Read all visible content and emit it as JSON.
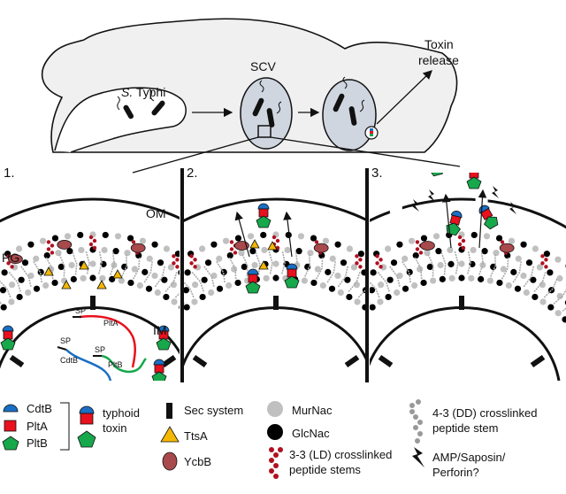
{
  "top_panel": {
    "bacterium_label_italic": "S.",
    "bacterium_label_rest": " Typhi",
    "scv_label": "SCV",
    "toxin_release_line1": "Toxin",
    "toxin_release_line2": "release"
  },
  "panels": [
    {
      "number": "1.",
      "om_label": "OM",
      "pg_label": "PG",
      "im_label": "IM",
      "genes": [
        {
          "sp": "SP",
          "name": "PltA"
        },
        {
          "sp": "SP",
          "name": "CdtB"
        },
        {
          "sp": "SP",
          "name": "PltB"
        }
      ]
    },
    {
      "number": "2."
    },
    {
      "number": "3."
    }
  ],
  "legend": {
    "cdtb": "CdtB",
    "plta": "PltA",
    "pltb": "PltB",
    "typhoid_toxin_line1": "typhoid",
    "typhoid_toxin_line2": "toxin",
    "sec_system": "Sec system",
    "ttsa": "TtsA",
    "ycbb": "YcbB",
    "murnac": "MurNac",
    "glcnac": "GlcNac",
    "ld_line1": "3-3 (LD) crosslinked",
    "ld_line2": "peptide stems",
    "dd_line1": "4-3 (DD) crosslinked",
    "dd_line2": "peptide stem",
    "amp_line1": "AMP/Saposin/",
    "amp_line2": "Perforin?"
  },
  "colors": {
    "cdtb": "#1a6fc4",
    "plta": "#e8111d",
    "pltb": "#17a84b",
    "ttsa": "#f5b800",
    "ycbb": "#a8494c",
    "murnac": "#c0c0c0",
    "glcnac": "#000000",
    "ld_stem": "#b01020",
    "cell": "#f0f0f0",
    "scv": "#d0d6e0"
  }
}
